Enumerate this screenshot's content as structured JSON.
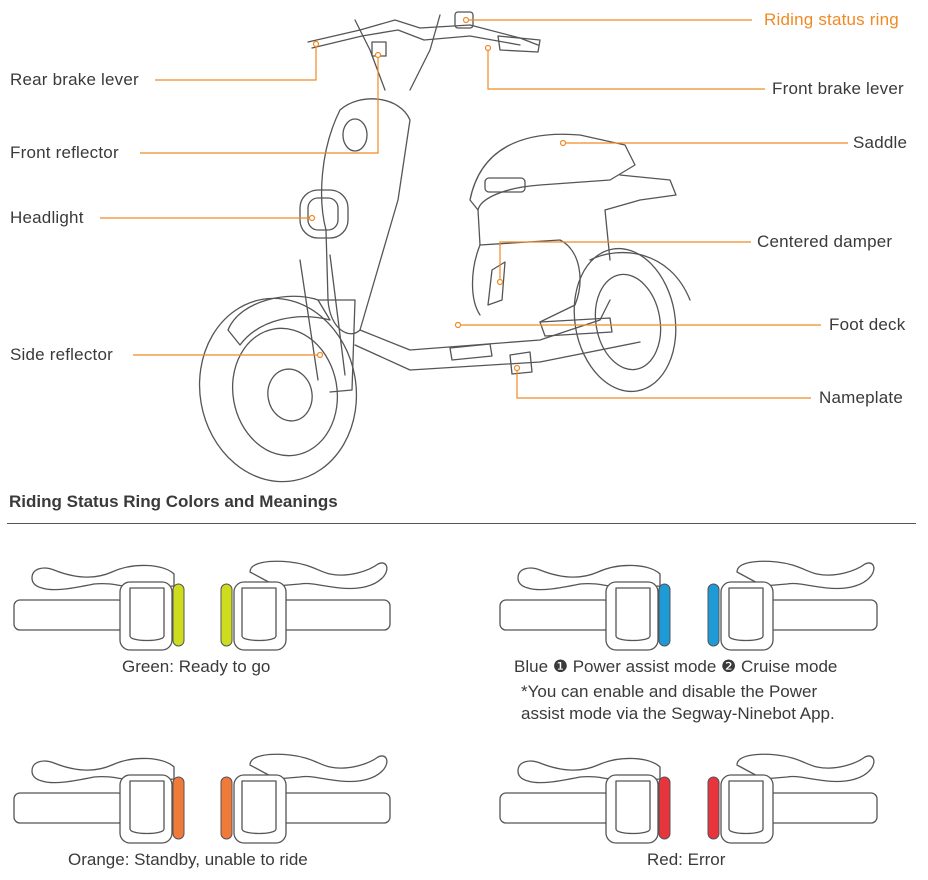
{
  "callouts": {
    "riding_status_ring": "Riding status ring",
    "rear_brake_lever": "Rear brake lever",
    "front_brake_lever": "Front brake lever",
    "saddle": "Saddle",
    "front_reflector": "Front reflector",
    "headlight": "Headlight",
    "centered_damper": "Centered  damper",
    "foot_deck": "Foot deck",
    "side_reflector": "Side reflector",
    "nameplate": "Nameplate"
  },
  "section": {
    "title": "Riding Status Ring Colors and Meanings"
  },
  "states": {
    "green": {
      "caption": "Green: Ready to go",
      "color": "#cddc1e"
    },
    "blue": {
      "caption": "Blue ❶ Power assist mode ❷ Cruise mode",
      "note_line1": "*You can enable and disable the Power",
      "note_line2": "assist mode via the Segway-Ninebot App.",
      "color": "#1e9ad6"
    },
    "orange": {
      "caption": "Orange: Standby, unable to ride",
      "color": "#f07a3a"
    },
    "red": {
      "caption": "Red: Error",
      "color": "#e8343c"
    }
  },
  "colors": {
    "accent": "#f08a24",
    "line": "#555555"
  }
}
